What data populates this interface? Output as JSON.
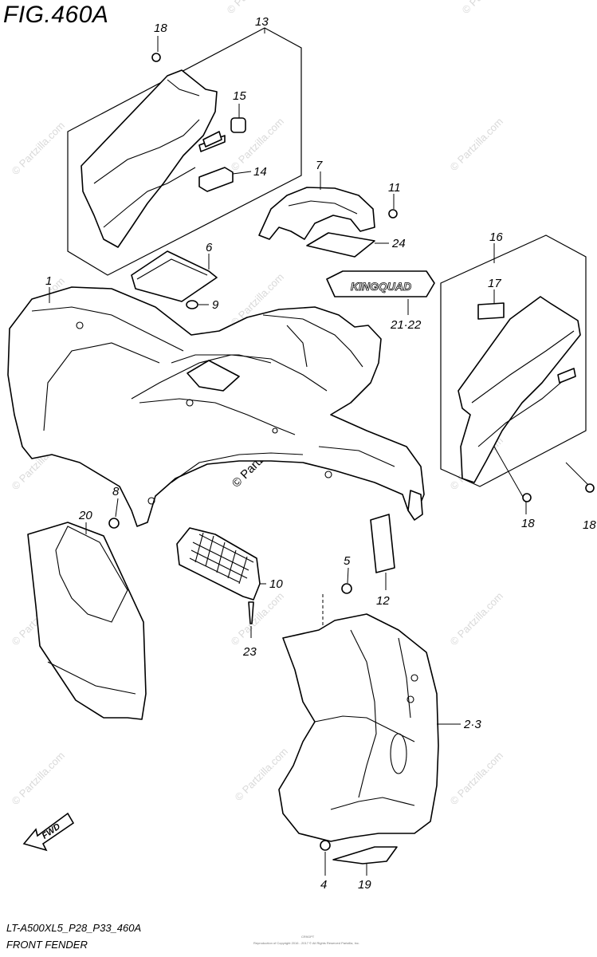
{
  "figure": {
    "title": "FIG.460A",
    "model_code": "LT-A500XL5_P28_P33_460A",
    "caption": "FRONT FENDER",
    "fine_print": "Reproduction of Copyright 2016 - 2017 © All Rights Reserved Partzilla, Inc.",
    "fine_print_small": "CR9GPT"
  },
  "watermark": {
    "text": "© Partzilla.com",
    "center_text": "© Partzilla.com"
  },
  "decal": {
    "text": "KINGQUAD"
  },
  "fwd_arrow": {
    "label": "FWD"
  },
  "callouts": {
    "p1": "1",
    "p2_3": "2·3",
    "p4": "4",
    "p5": "5",
    "p6": "6",
    "p7": "7",
    "p8": "8",
    "p9": "9",
    "p10": "10",
    "p11": "11",
    "p12": "12",
    "p13": "13",
    "p14": "14",
    "p15": "15",
    "p16": "16",
    "p17": "17",
    "p18a": "18",
    "p18b": "18",
    "p18c": "18",
    "p19": "19",
    "p20": "20",
    "p21_22": "21·22",
    "p23": "23",
    "p24": "24"
  }
}
